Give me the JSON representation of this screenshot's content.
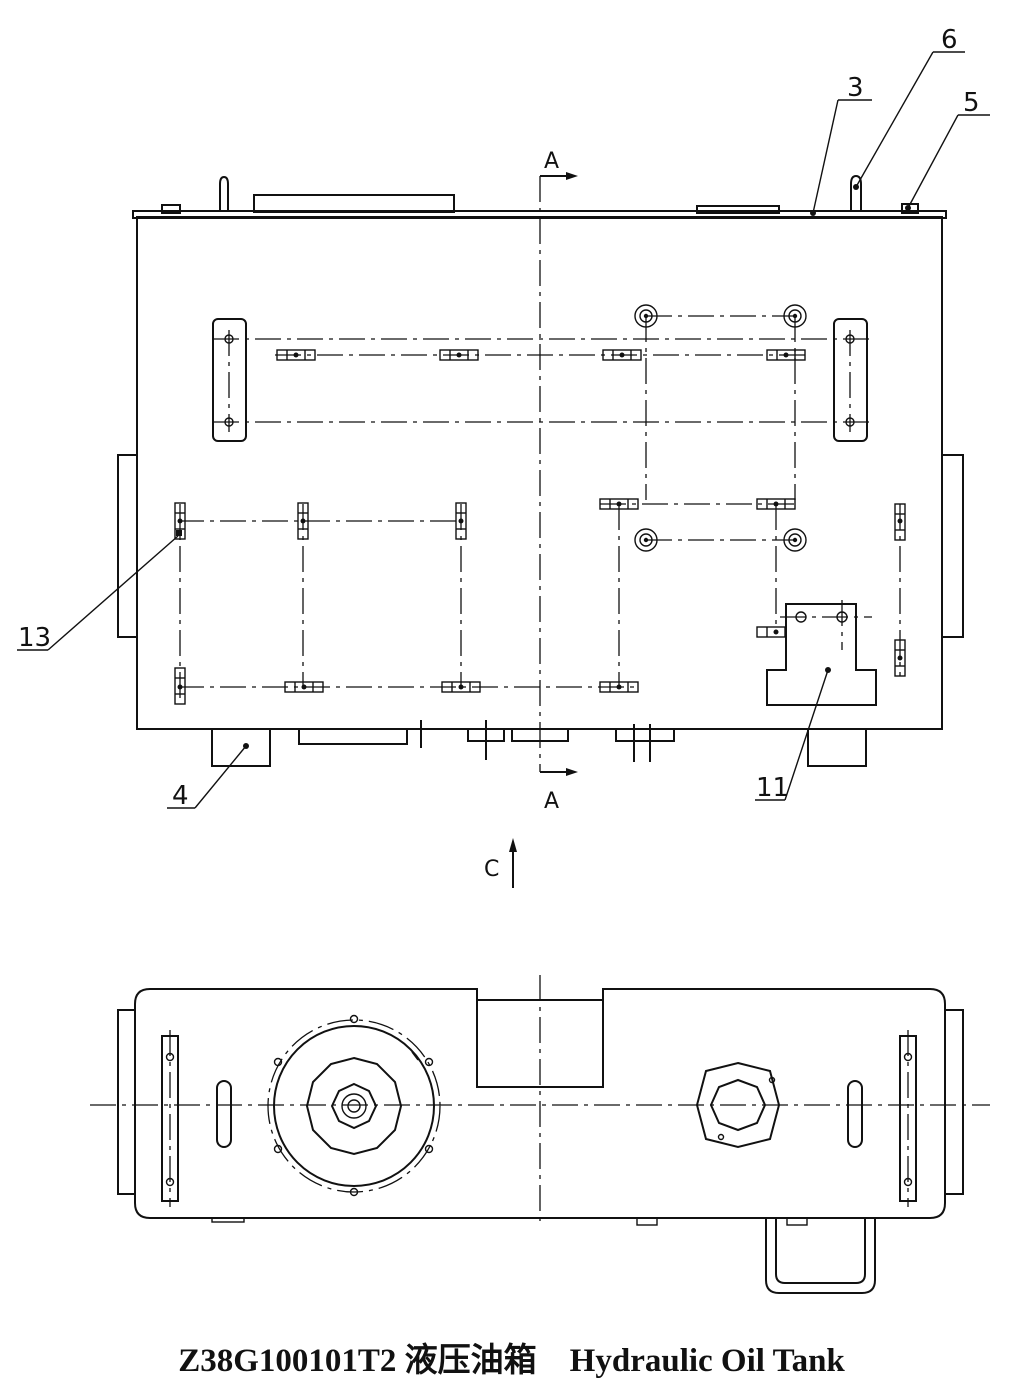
{
  "caption": {
    "part_number": "Z38G100101T2",
    "name_cn": "液压油箱",
    "name_en": "Hydraulic Oil Tank"
  },
  "section_marks": {
    "top": "A",
    "bottom": "A",
    "view": "C"
  },
  "callouts": [
    "3",
    "6",
    "5",
    "13",
    "4",
    "11"
  ]
}
